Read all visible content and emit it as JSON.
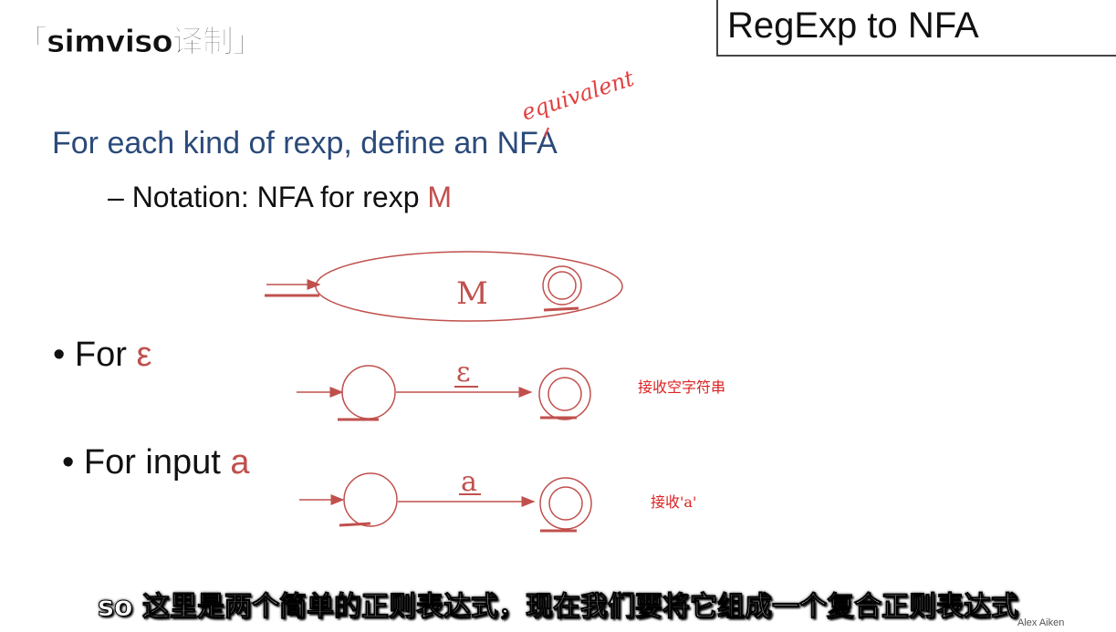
{
  "watermark": "「simviso译制」",
  "title": "RegExp to NFA",
  "headline": "For each kind of rexp, define an NFA",
  "annotation_handwritten": "equivalent",
  "notation": {
    "prefix": "– Notation: NFA for rexp ",
    "symbol": "M"
  },
  "diagram_M": {
    "label": "M"
  },
  "bullet_epsilon": {
    "prefix": "For ",
    "symbol": "ε",
    "edge_label": "ε",
    "note": "接收空字符串"
  },
  "bullet_input": {
    "prefix": "For input ",
    "symbol": "a",
    "edge_label": "a",
    "note": "接收'a'"
  },
  "subtitle": "so 这里是两个简单的正则表达式，现在我们要将它组成一个复合正则表达式",
  "credit": "Alex Aiken",
  "colors": {
    "ink_red": "#c0504d",
    "headline_blue": "#2b4a7a",
    "note_red": "#d22222"
  }
}
